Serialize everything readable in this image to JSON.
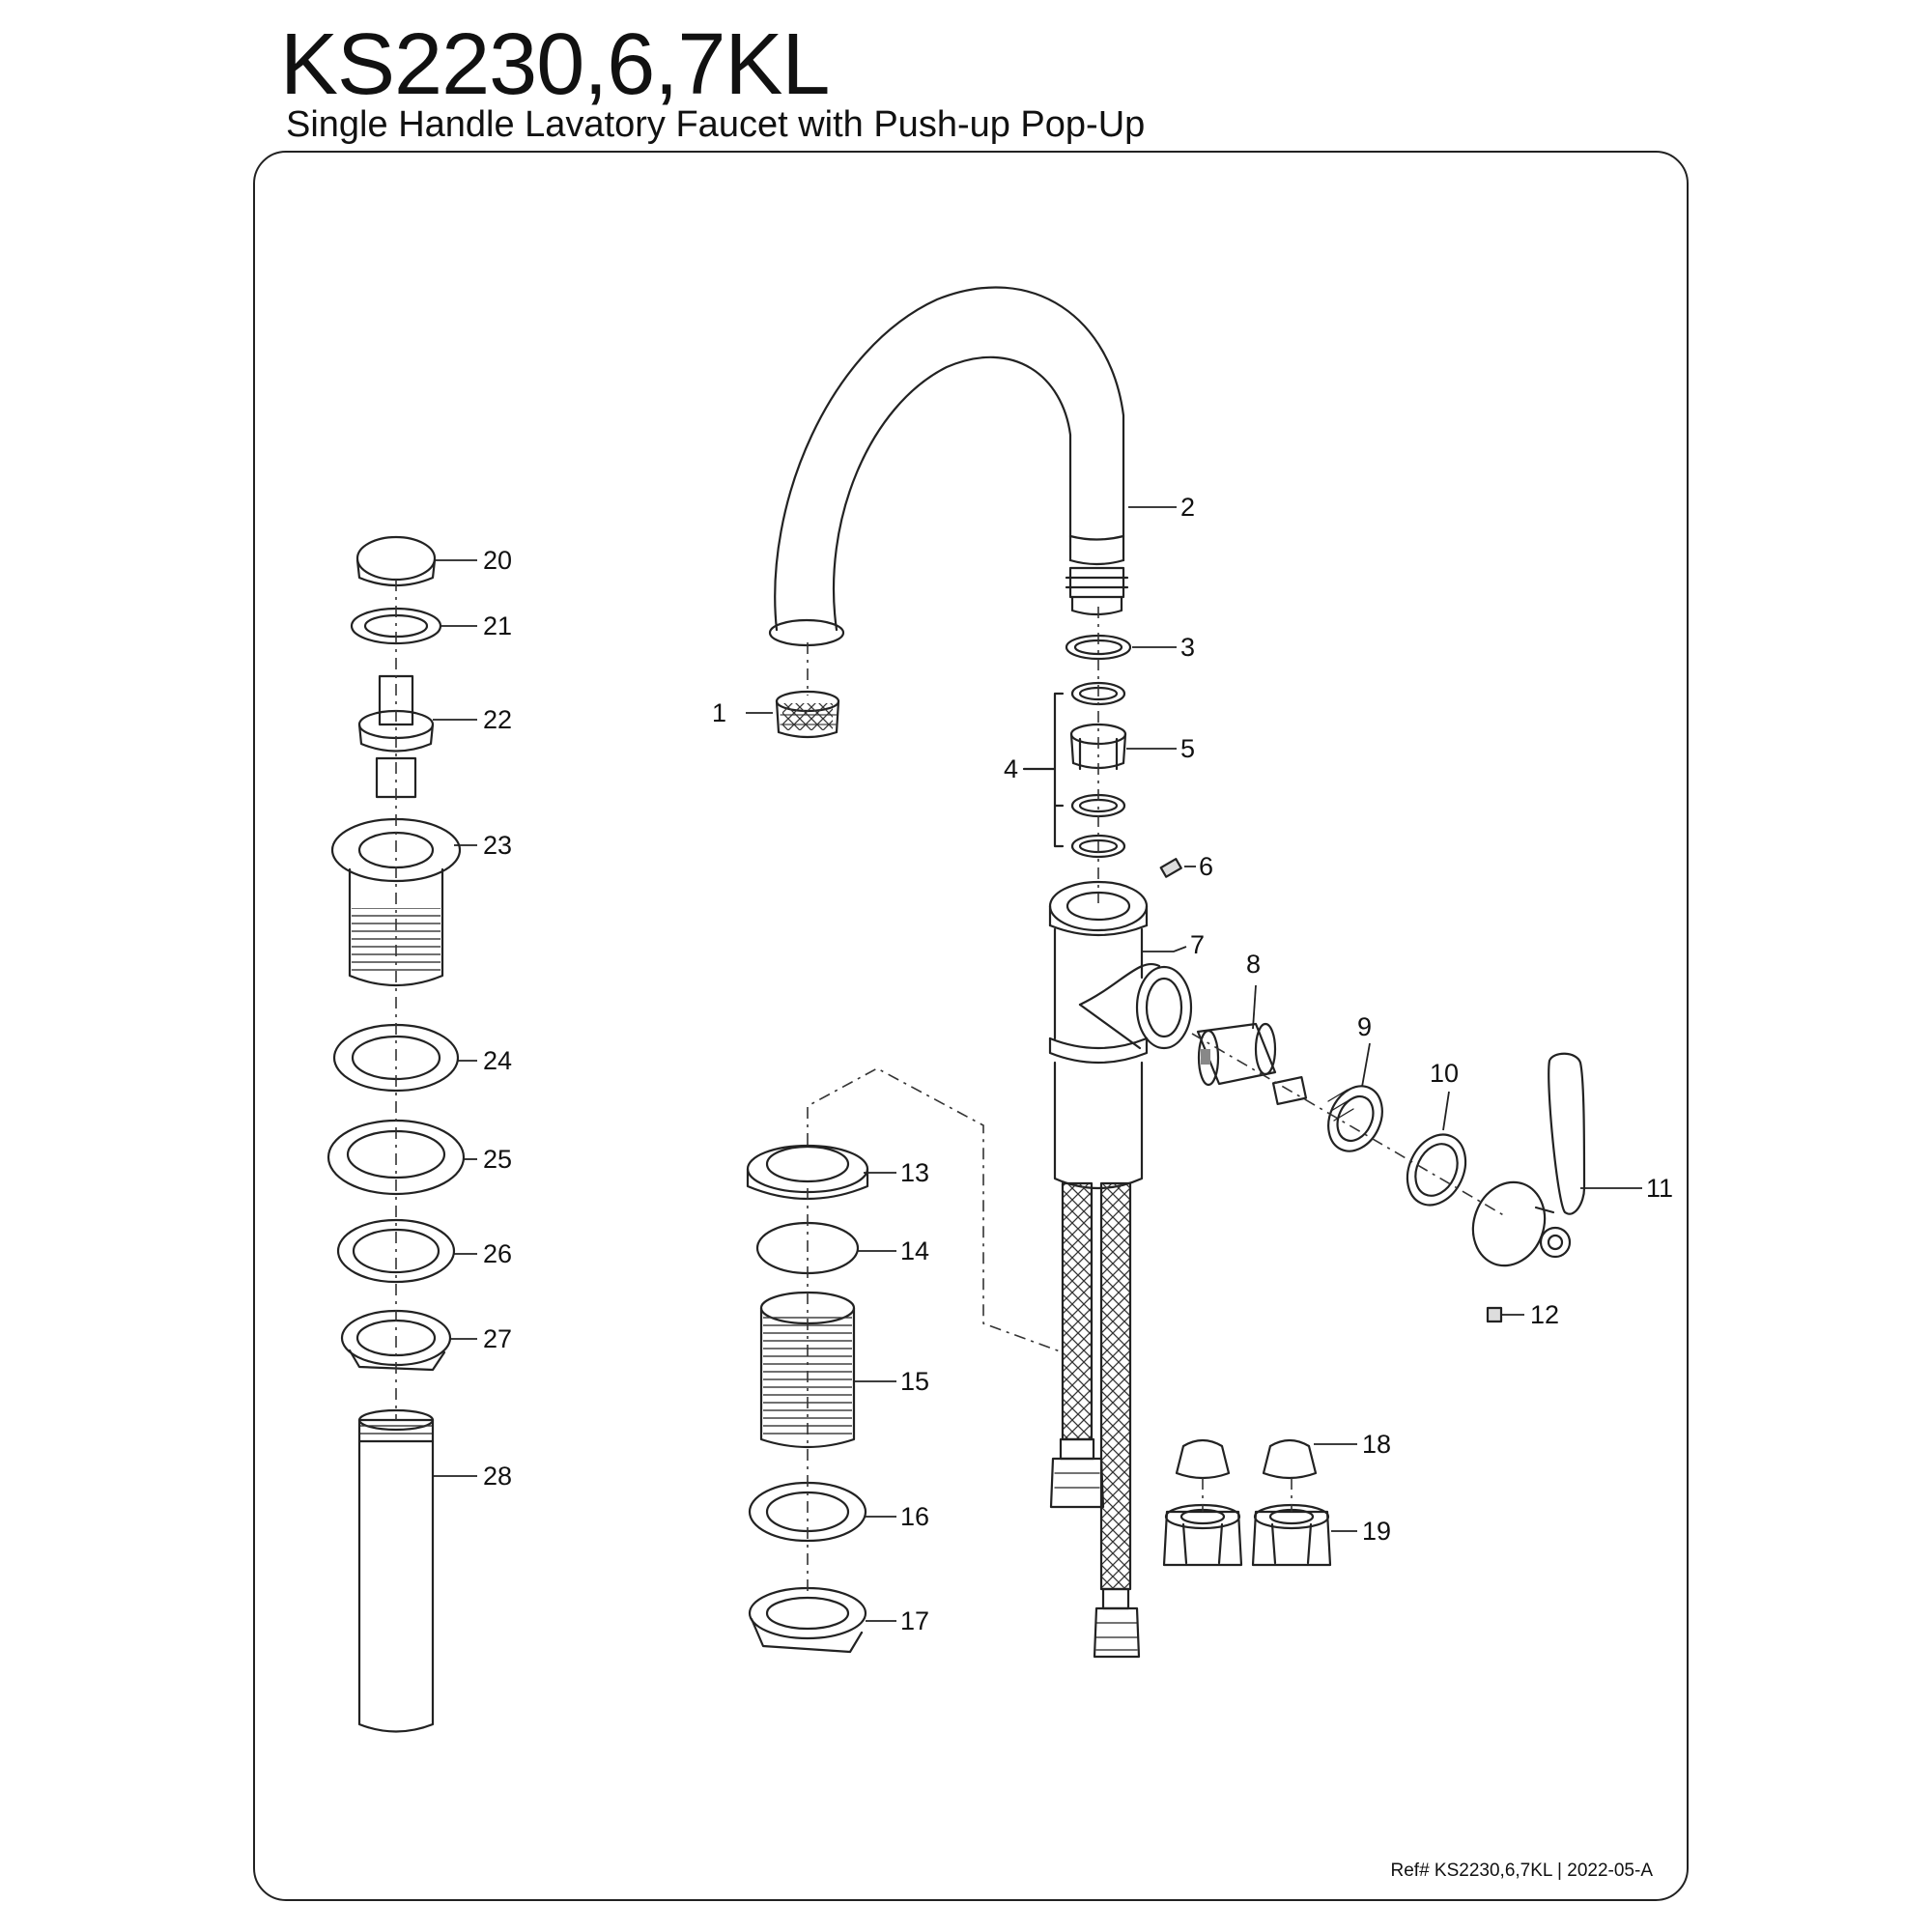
{
  "header": {
    "title": "KS2230,6,7KL",
    "subtitle": "Single Handle Lavatory Faucet with Push-up Pop-Up"
  },
  "footer": {
    "reference": "Ref# KS2230,6,7KL | 2022-05-A"
  },
  "callouts": [
    "1",
    "2",
    "3",
    "4",
    "5",
    "6",
    "7",
    "8",
    "9",
    "10",
    "11",
    "12",
    "13",
    "14",
    "15",
    "16",
    "17",
    "18",
    "19",
    "20",
    "21",
    "22",
    "23",
    "24",
    "25",
    "26",
    "27",
    "28"
  ]
}
